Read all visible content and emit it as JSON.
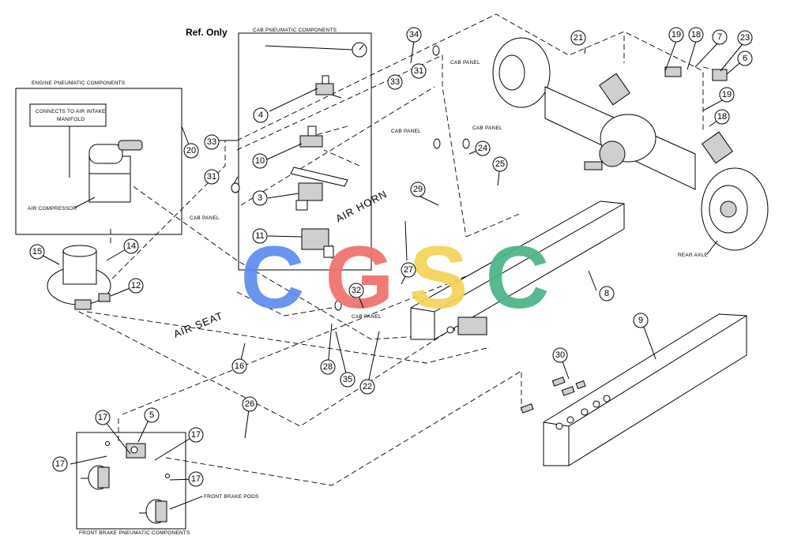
{
  "title": "Ref. Only",
  "watermark": {
    "letters": [
      "C",
      "G",
      "S",
      "C"
    ],
    "colors": [
      "#5b8def",
      "#ef6f6a",
      "#f5d35a",
      "#49b487"
    ]
  },
  "boxes": {
    "engine": "ENGINE PNEUMATIC COMPONENTS",
    "cab": "CAB PNEUMATIC COMPONENTS",
    "front_brake": "FRONT BRAKE PNEUMATIC COMPONENTS"
  },
  "labels": {
    "manifold_note_1": "CONNECTS TO AIR INTAKE",
    "manifold_note_2": "MANIFOLD",
    "air_compressor": "AIR COMPRESSOR",
    "cab_panel": "CAB PANEL",
    "air_horn": "AIR HORN",
    "air_seat": "AIR SEAT",
    "rear_axle": "REAR AXLE",
    "front_brake_pods": "FRONT BRAKE PODS"
  },
  "callouts": [
    "3",
    "4",
    "5",
    "6",
    "7",
    "8",
    "9",
    "10",
    "11",
    "12",
    "14",
    "15",
    "16",
    "17",
    "18",
    "19",
    "20",
    "21",
    "22",
    "23",
    "24",
    "25",
    "26",
    "27",
    "28",
    "29",
    "30",
    "31",
    "32",
    "33",
    "34",
    "35"
  ]
}
